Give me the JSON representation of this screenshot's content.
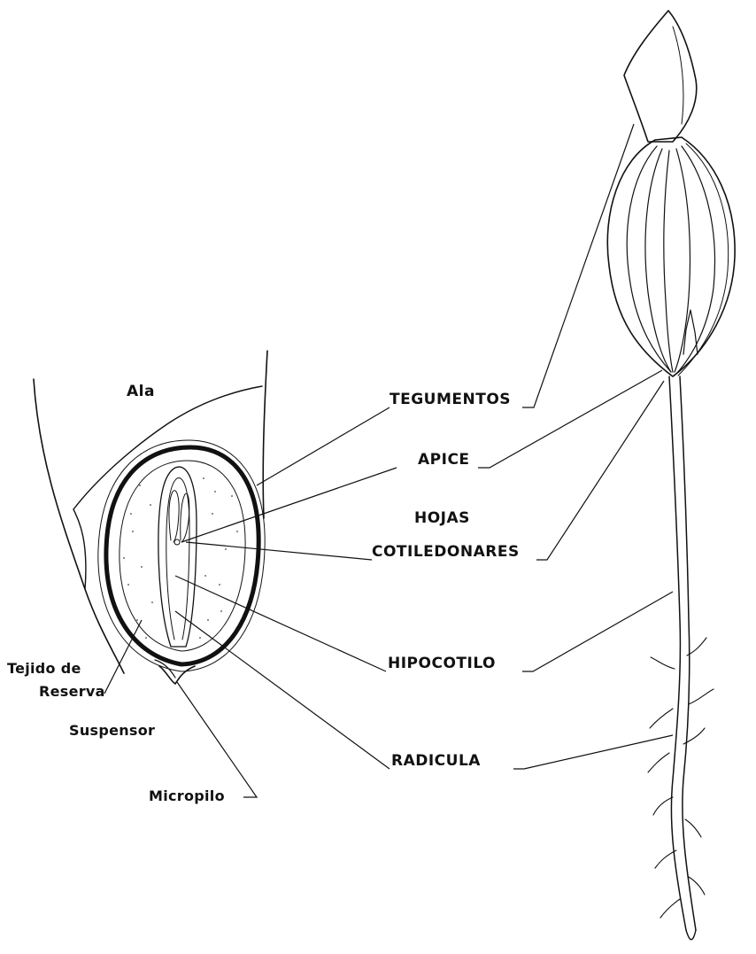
{
  "labels": {
    "ala": "Ala",
    "tegumentos": "TEGUMENTOS",
    "apice": "APICE",
    "hojas": "HOJAS",
    "cotiledonares": "COTILEDONARES",
    "hipocotilo": "HIPOCOTILO",
    "radicula": "RADICULA",
    "tejido_de": "Tejido de",
    "reserva": "Reserva",
    "suspensor": "Suspensor",
    "micropilo": "Micropilo"
  },
  "colors": {
    "ink": "#111111",
    "background": "#ffffff"
  }
}
